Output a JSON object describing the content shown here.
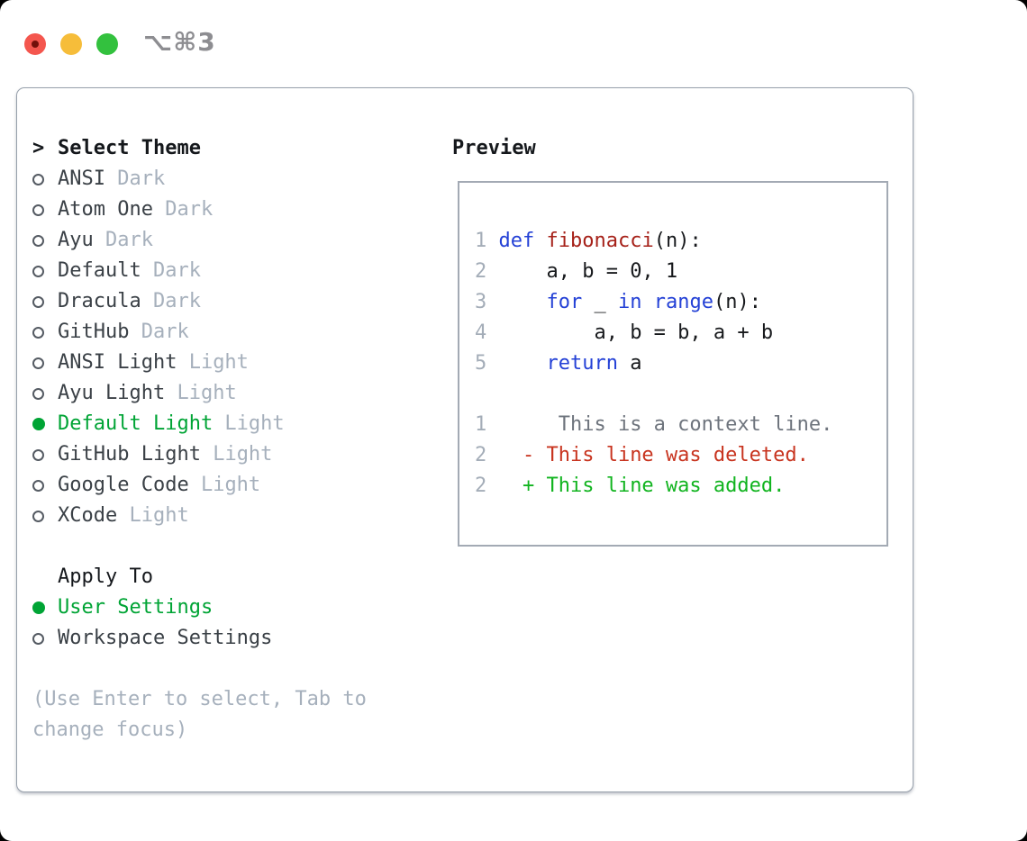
{
  "titlebar": {
    "shortcut": "⌥⌘3"
  },
  "colors": {
    "light_red": "#f4564e",
    "light_red_dot": "#73100a",
    "light_yellow": "#f6bd3a",
    "light_green": "#33c13e",
    "title_gray": "#8d8d91",
    "panel_border": "#98a1ac",
    "preview_border": "#a3aab4",
    "header_black": "#15181c",
    "item_text": "#3a4046",
    "muted_gray": "#a6b0bc",
    "radio_outline": "#555b63",
    "selected_green": "#00a435",
    "line_number": "#a4adb8",
    "plain": "#17191c",
    "keyword": "#2441d6",
    "function": "#a62119",
    "context": "#6e747d",
    "deleted": "#c8341f",
    "added": "#11b41f"
  },
  "left": {
    "prompt": ">",
    "title": "Select Theme",
    "themes": [
      {
        "name": "ANSI",
        "tag": "Dark",
        "selected": false
      },
      {
        "name": "Atom One",
        "tag": "Dark",
        "selected": false
      },
      {
        "name": "Ayu",
        "tag": "Dark",
        "selected": false
      },
      {
        "name": "Default",
        "tag": "Dark",
        "selected": false
      },
      {
        "name": "Dracula",
        "tag": "Dark",
        "selected": false
      },
      {
        "name": "GitHub",
        "tag": "Dark",
        "selected": false
      },
      {
        "name": "ANSI Light",
        "tag": "Light",
        "selected": false
      },
      {
        "name": "Ayu Light",
        "tag": "Light",
        "selected": false
      },
      {
        "name": "Default Light",
        "tag": "Light",
        "selected": true
      },
      {
        "name": "GitHub Light",
        "tag": "Light",
        "selected": false
      },
      {
        "name": "Google Code",
        "tag": "Light",
        "selected": false
      },
      {
        "name": "XCode",
        "tag": "Light",
        "selected": false
      }
    ],
    "apply_title": "Apply To",
    "apply_options": [
      {
        "label": "User Settings",
        "selected": true
      },
      {
        "label": "Workspace Settings",
        "selected": false
      }
    ],
    "hint_lines": [
      "(Use Enter to select, Tab to",
      "change focus)"
    ]
  },
  "preview": {
    "title": "Preview",
    "lines": [
      {
        "num": "1",
        "segments": [
          {
            "t": " ",
            "c": "plain"
          },
          {
            "t": "def",
            "c": "keyword"
          },
          {
            "t": " ",
            "c": "plain"
          },
          {
            "t": "fibonacci",
            "c": "function"
          },
          {
            "t": "(n):",
            "c": "plain"
          }
        ]
      },
      {
        "num": "2",
        "segments": [
          {
            "t": "     a, b = 0, 1",
            "c": "plain"
          }
        ]
      },
      {
        "num": "3",
        "segments": [
          {
            "t": "     ",
            "c": "plain"
          },
          {
            "t": "for",
            "c": "keyword"
          },
          {
            "t": " _ ",
            "c": "plain"
          },
          {
            "t": "in",
            "c": "keyword"
          },
          {
            "t": " ",
            "c": "plain"
          },
          {
            "t": "range",
            "c": "keyword"
          },
          {
            "t": "(n):",
            "c": "plain"
          }
        ]
      },
      {
        "num": "4",
        "segments": [
          {
            "t": "         a, b = b, a + b",
            "c": "plain"
          }
        ]
      },
      {
        "num": "5",
        "segments": [
          {
            "t": "     ",
            "c": "plain"
          },
          {
            "t": "return",
            "c": "keyword"
          },
          {
            "t": " a",
            "c": "plain"
          }
        ]
      },
      {
        "num": "",
        "segments": []
      },
      {
        "num": "1",
        "segments": [
          {
            "t": "      This is a context line.",
            "c": "context"
          }
        ]
      },
      {
        "num": "2",
        "segments": [
          {
            "t": "   - This line was deleted.",
            "c": "deleted"
          }
        ]
      },
      {
        "num": "2",
        "segments": [
          {
            "t": "   + This line was added.",
            "c": "added"
          }
        ]
      }
    ]
  }
}
